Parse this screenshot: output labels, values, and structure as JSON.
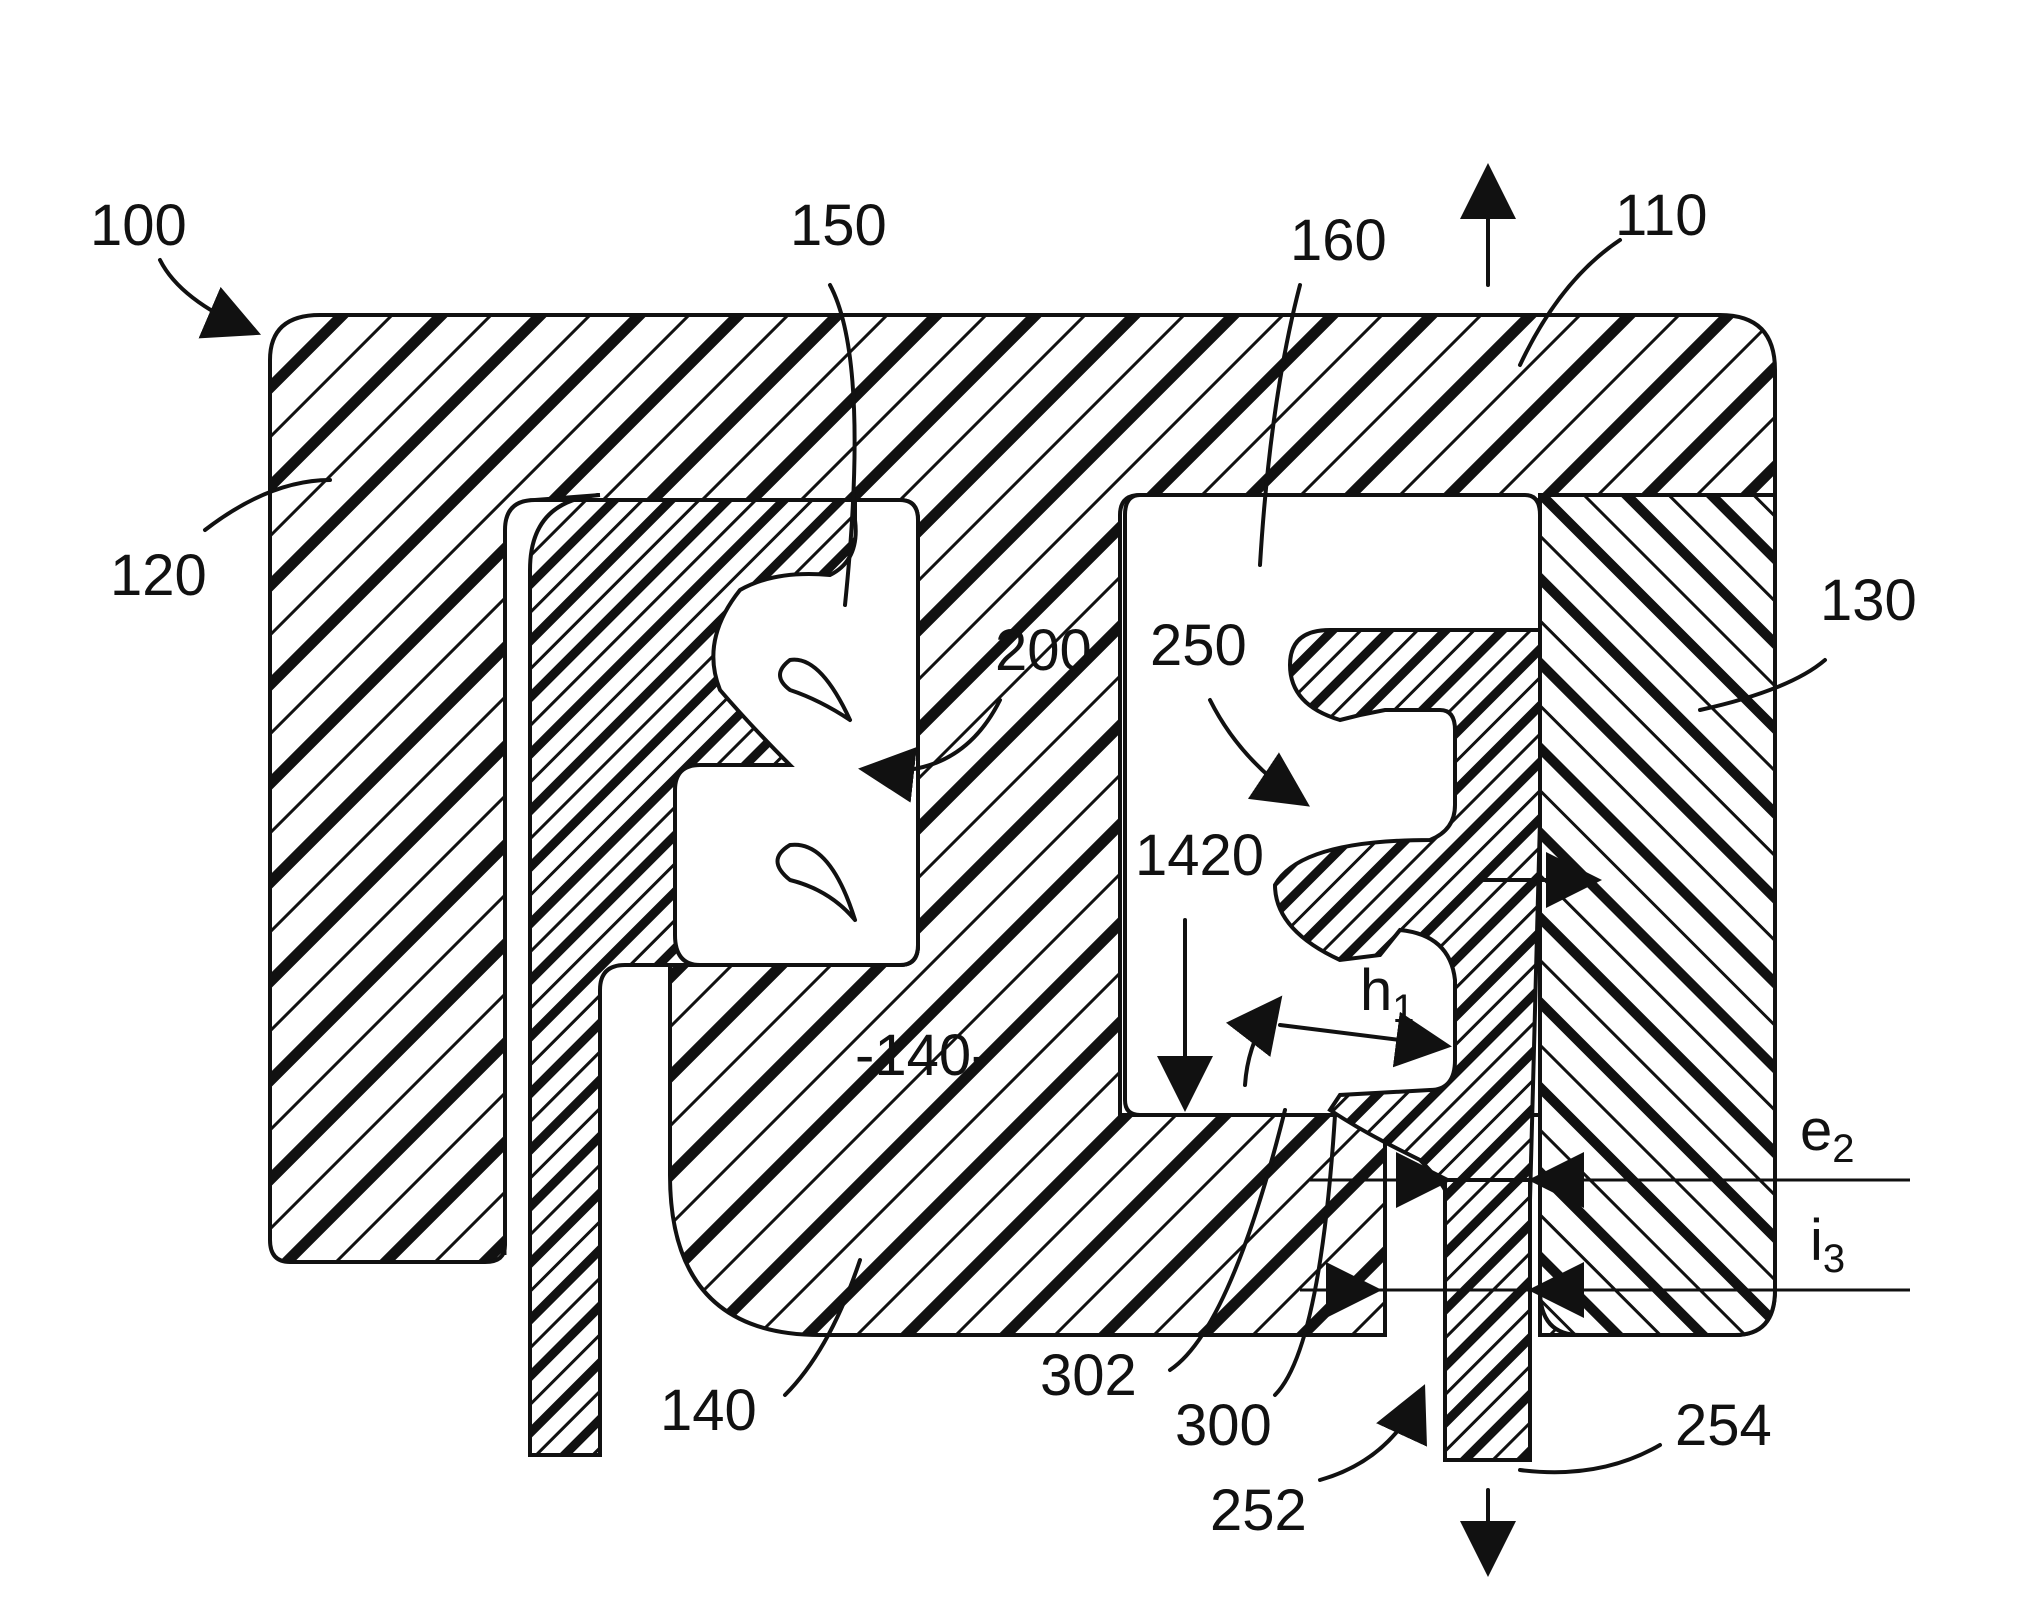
{
  "figure": {
    "labels": {
      "l100": "100",
      "l110": "110",
      "l120": "120",
      "l130": "130",
      "l140": "140",
      "l140_center": "-140-",
      "l150": "150",
      "l160": "160",
      "l200": "200",
      "l250": "250",
      "l252": "252",
      "l254": "254",
      "l300": "300",
      "l302": "302",
      "l1420": "1420",
      "h1_main": "h",
      "h1_sub": "1",
      "e2_main": "e",
      "e2_sub": "2",
      "i3_main": "i",
      "i3_sub": "3"
    },
    "colors": {
      "ink": "#111111",
      "paper": "#ffffff"
    }
  }
}
